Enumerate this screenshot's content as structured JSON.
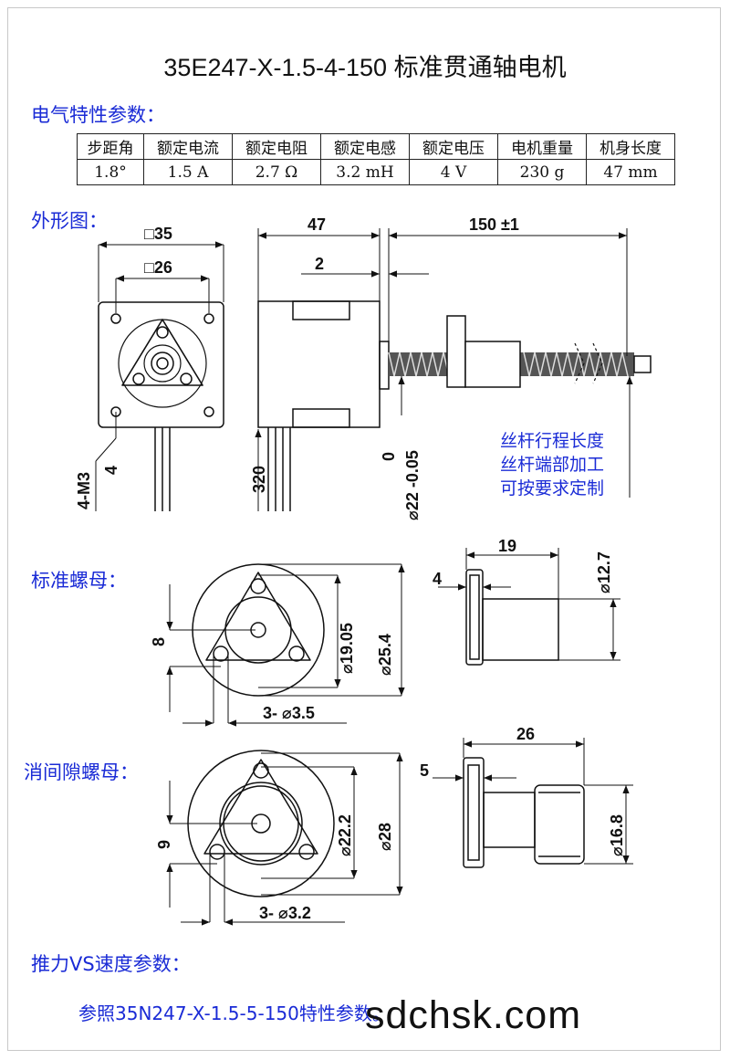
{
  "title": "35E247-X-1.5-4-150 标准贯通轴电机",
  "headings": {
    "electrical": "电气特性参数：",
    "outline": "外形图：",
    "standard_nut": "标准螺母：",
    "anti_backlash_nut": "消间隙螺母：",
    "thrust": "推力VS速度参数："
  },
  "spec_table": {
    "headers": [
      "步距角",
      "额定电流",
      "额定电阻",
      "额定电感",
      "额定电压",
      "电机重量",
      "机身长度"
    ],
    "values": [
      "1.8°",
      "1.5 A",
      "2.7 Ω",
      "3.2 mH",
      "4 V",
      "230 g",
      "47 mm"
    ]
  },
  "outline_dims": {
    "body_square": "□35",
    "hole_square": "□26",
    "mount_holes": "4-M3",
    "hole_depth": "4",
    "body_length": "47",
    "step": "2",
    "screw_length": "150 ±1",
    "lead_length": "320",
    "shaft_tol_upper": "0",
    "shaft_diameter": "22 -0.05"
  },
  "screw_note": [
    "丝杆行程长度",
    "丝杆端部加工",
    "可按要求定制"
  ],
  "standard_nut_dims": {
    "offset": "8",
    "inner_circle": "19.05",
    "outer_circle": "25.4",
    "holes": "3- ",
    "hole_diameter": "3.5",
    "length": "19",
    "flange": "4",
    "body_diameter": "12.7"
  },
  "anti_backlash_nut_dims": {
    "offset": "9",
    "inner_circle": "22.2",
    "outer_circle": "28",
    "holes": "3- ",
    "hole_diameter": "3.2",
    "length": "26",
    "flange": "5",
    "body_diameter": "16.8"
  },
  "footer_note": "参照35N247-X-1.5-5-150特性参数。",
  "watermark": "sdchsk.com",
  "colors": {
    "heading": "#1a2bd6",
    "line": "#111111"
  }
}
